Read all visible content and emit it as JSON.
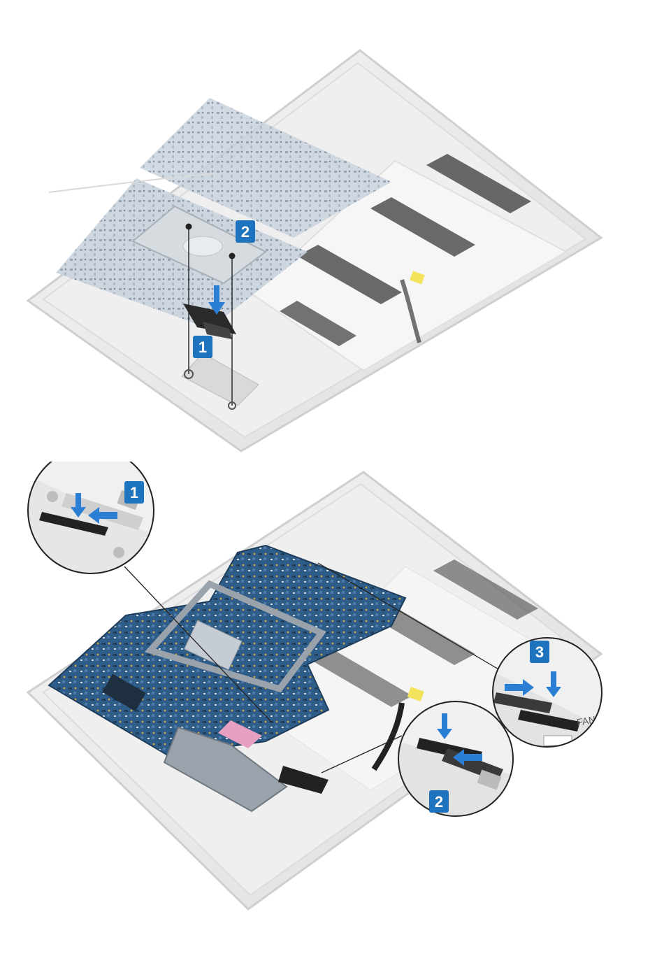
{
  "diagram": {
    "top_figure": {
      "callouts": [
        {
          "label": "1",
          "color": "#1e73be"
        },
        {
          "label": "2",
          "color": "#1e73be"
        }
      ]
    },
    "bottom_figure": {
      "callouts": [
        {
          "label": "1",
          "color": "#1e73be"
        },
        {
          "label": "2",
          "color": "#1e73be"
        },
        {
          "label": "3",
          "color": "#1e73be"
        }
      ],
      "connector_label": "FAN"
    }
  },
  "colors": {
    "chassis": "#ececec",
    "chassis_edge": "#d2d2d2",
    "board": "#2f5d8a",
    "shield": "#9aa3ab",
    "battery": "#f2f2f2",
    "pad": "#2b2b2b",
    "arrow": "#2a7fd4"
  }
}
